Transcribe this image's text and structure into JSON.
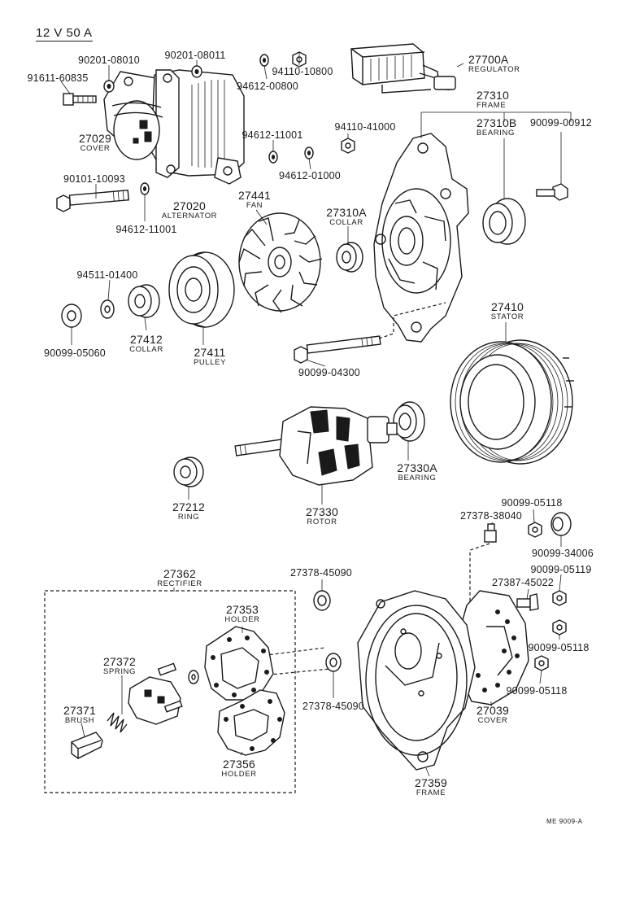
{
  "header": {
    "title": "12 V 50 A",
    "figure_code": "ME  9009-A"
  },
  "parts": [
    {
      "id": "90201-08010",
      "desc": ""
    },
    {
      "id": "91611-60835",
      "desc": ""
    },
    {
      "id": "27029",
      "desc": "COVER"
    },
    {
      "id": "90201-08011",
      "desc": ""
    },
    {
      "id": "94110-10800",
      "desc": ""
    },
    {
      "id": "94612-00800",
      "desc": ""
    },
    {
      "id": "27700A",
      "desc": "REGULATOR"
    },
    {
      "id": "27310",
      "desc": "FRAME"
    },
    {
      "id": "27310B",
      "desc": "BEARING"
    },
    {
      "id": "90099-00912",
      "desc": ""
    },
    {
      "id": "94612-11001",
      "desc": ""
    },
    {
      "id": "94110-41000",
      "desc": ""
    },
    {
      "id": "94612-01000",
      "desc": ""
    },
    {
      "id": "90101-10093",
      "desc": ""
    },
    {
      "id": "27020",
      "desc": "ALTERNATOR"
    },
    {
      "id": "94612-11001",
      "desc": ""
    },
    {
      "id": "27441",
      "desc": "FAN"
    },
    {
      "id": "27310A",
      "desc": "COLLAR"
    },
    {
      "id": "94511-01400",
      "desc": ""
    },
    {
      "id": "27412",
      "desc": "COLLAR"
    },
    {
      "id": "27411",
      "desc": "PULLEY"
    },
    {
      "id": "90099-05060",
      "desc": ""
    },
    {
      "id": "27410",
      "desc": "STATOR"
    },
    {
      "id": "90099-04300",
      "desc": ""
    },
    {
      "id": "27330A",
      "desc": "BEARING"
    },
    {
      "id": "27212",
      "desc": "RING"
    },
    {
      "id": "27330",
      "desc": "ROTOR"
    },
    {
      "id": "90099-05118",
      "desc": ""
    },
    {
      "id": "27378-38040",
      "desc": ""
    },
    {
      "id": "90099-34006",
      "desc": ""
    },
    {
      "id": "90099-05119",
      "desc": ""
    },
    {
      "id": "27362",
      "desc": "RECTIFIER"
    },
    {
      "id": "27378-45090",
      "desc": ""
    },
    {
      "id": "27387-45022",
      "desc": ""
    },
    {
      "id": "27353",
      "desc": "HOLDER"
    },
    {
      "id": "27372",
      "desc": "SPRING"
    },
    {
      "id": "90099-05118",
      "desc": ""
    },
    {
      "id": "27378-45090",
      "desc": ""
    },
    {
      "id": "90099-05118",
      "desc": ""
    },
    {
      "id": "27039",
      "desc": "COVER"
    },
    {
      "id": "27371",
      "desc": "BRUSH"
    },
    {
      "id": "27356",
      "desc": "HOLDER"
    },
    {
      "id": "27359",
      "desc": "FRAME"
    }
  ]
}
